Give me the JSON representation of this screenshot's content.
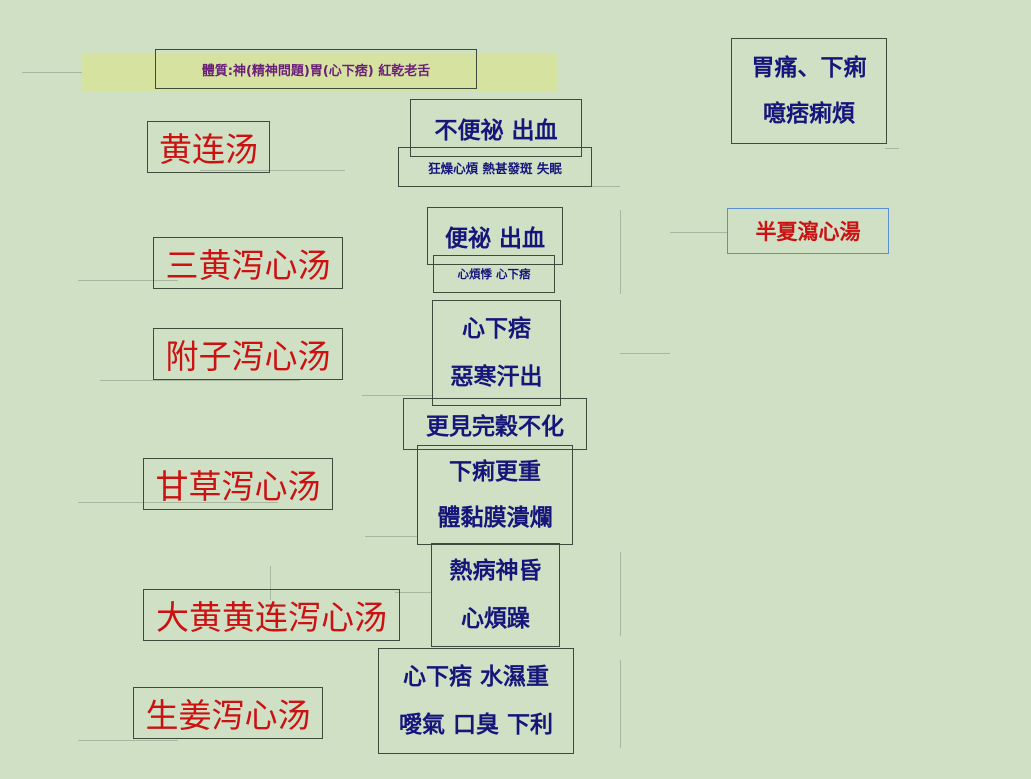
{
  "header": {
    "text": "體質:神(精神問題)胃(心下痞) 紅乾老舌"
  },
  "top_right": {
    "line1": "胃痛、下痢",
    "line2": "噫痞痢煩"
  },
  "banxia": {
    "text": "半夏瀉心湯"
  },
  "formulas": [
    {
      "name": "黄连汤"
    },
    {
      "name": "三黄泻心汤"
    },
    {
      "name": "附子泻心汤"
    },
    {
      "name": "甘草泻心汤"
    },
    {
      "name": "大黄黄连泻心汤"
    },
    {
      "name": "生姜泻心汤"
    }
  ],
  "symptoms": {
    "huanglian_main": "不便祕  出血",
    "huanglian_sub": "狂燥心煩 熱甚發斑 失眠",
    "sanhuang_main": "便祕 出血",
    "sanhuang_sub": "心煩悸 心下痞",
    "fuzi_line1": "心下痞",
    "fuzi_line2": "惡寒汗出",
    "gancao_top": "更見完穀不化",
    "gancao_line1": "下痢更重",
    "gancao_line2": "體黏膜潰爛",
    "dahuang_line1": "熱病神昏",
    "dahuang_line2": "心煩躁",
    "shengjiang_line1": "心下痞 水濕重",
    "shengjiang_line2": "噯氣 口臭 下利"
  }
}
